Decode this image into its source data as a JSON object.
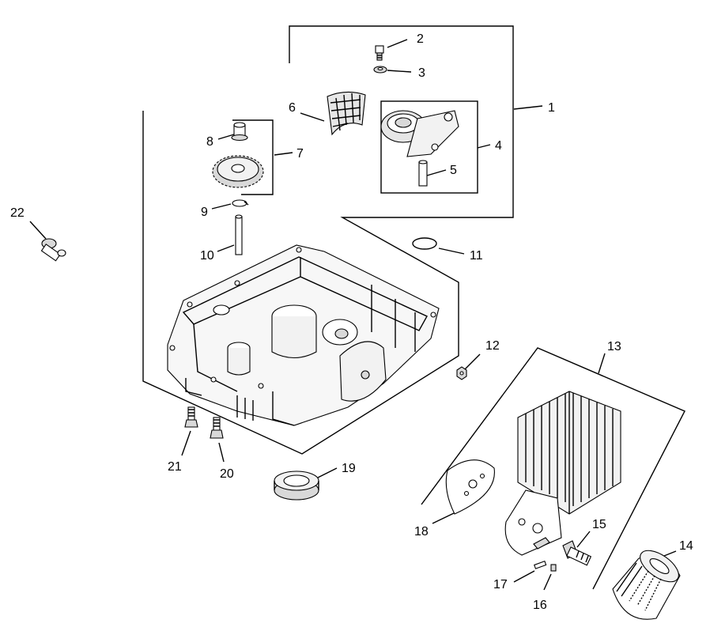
{
  "callouts": [
    {
      "id": "1",
      "label": "1"
    },
    {
      "id": "2",
      "label": "2"
    },
    {
      "id": "3",
      "label": "3"
    },
    {
      "id": "4",
      "label": "4"
    },
    {
      "id": "5",
      "label": "5"
    },
    {
      "id": "6",
      "label": "6"
    },
    {
      "id": "7",
      "label": "7"
    },
    {
      "id": "8",
      "label": "8"
    },
    {
      "id": "9",
      "label": "9"
    },
    {
      "id": "10",
      "label": "10"
    },
    {
      "id": "11",
      "label": "11"
    },
    {
      "id": "12",
      "label": "12"
    },
    {
      "id": "13",
      "label": "13"
    },
    {
      "id": "14",
      "label": "14"
    },
    {
      "id": "15",
      "label": "15"
    },
    {
      "id": "16",
      "label": "16"
    },
    {
      "id": "17",
      "label": "17"
    },
    {
      "id": "18",
      "label": "18"
    },
    {
      "id": "19",
      "label": "19"
    },
    {
      "id": "20",
      "label": "20"
    },
    {
      "id": "21",
      "label": "21"
    },
    {
      "id": "22",
      "label": "22"
    }
  ],
  "colors": {
    "ink": "#000000",
    "paper": "#ffffff",
    "shade": "#d9d9d9",
    "light": "#f2f2f2"
  }
}
